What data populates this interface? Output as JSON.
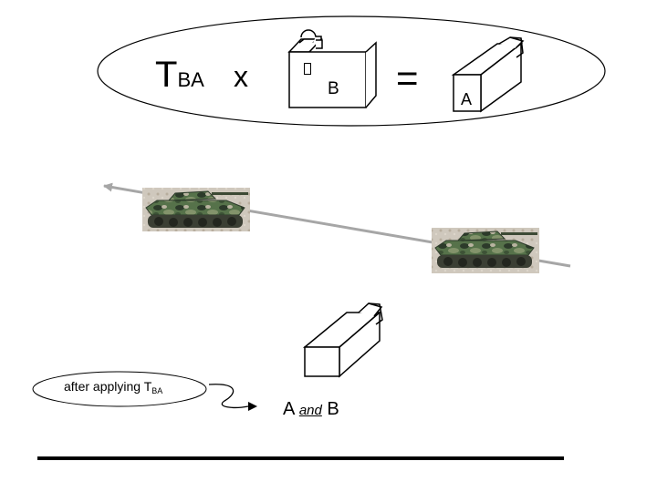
{
  "equation": {
    "transform_symbol": "T",
    "transform_subscript": "BA",
    "times": "x",
    "box_b_label": "B",
    "equals": "=",
    "box_a_label": "A"
  },
  "callout": {
    "text": "after applying T",
    "subscript": "BA"
  },
  "result": {
    "left": "A",
    "conjunction": "and",
    "right": "B"
  },
  "colors": {
    "arrow": "#a6a6a6",
    "tank_camo": [
      "#4f6b43",
      "#2c3a2a",
      "#7f8f6a",
      "#b9b4a0"
    ]
  }
}
